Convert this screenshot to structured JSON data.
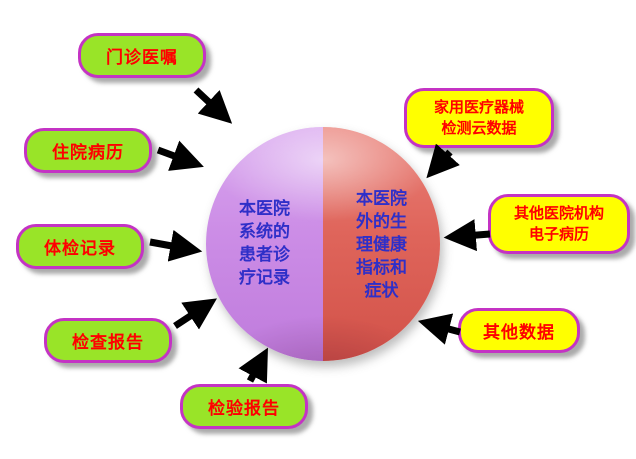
{
  "diagram": {
    "center_circle": {
      "left_half": {
        "label": "本医院\n系统的\n患者诊\n疗记录",
        "fill": "#CC8DE6"
      },
      "right_half": {
        "label": "本医院\n外的生\n理健康\n指标和\n症状",
        "fill": "#DF655B"
      },
      "text_color": "#2F2FC8"
    },
    "left_bubbles": [
      {
        "label": "门诊医嘱"
      },
      {
        "label": "住院病历"
      },
      {
        "label": "体检记录"
      },
      {
        "label": "检查报告"
      },
      {
        "label": "检验报告"
      }
    ],
    "right_bubbles": [
      {
        "label": "家用医疗器械\n检测云数据"
      },
      {
        "label": "其他医院机构\n电子病历"
      },
      {
        "label": "其他数据"
      }
    ],
    "colors": {
      "left_bubble_fill": "#99E428",
      "right_bubble_fill": "#FFFF00",
      "bubble_border": "#C433C4",
      "bubble_text": "#FF0000",
      "arrow": "#000000"
    }
  }
}
